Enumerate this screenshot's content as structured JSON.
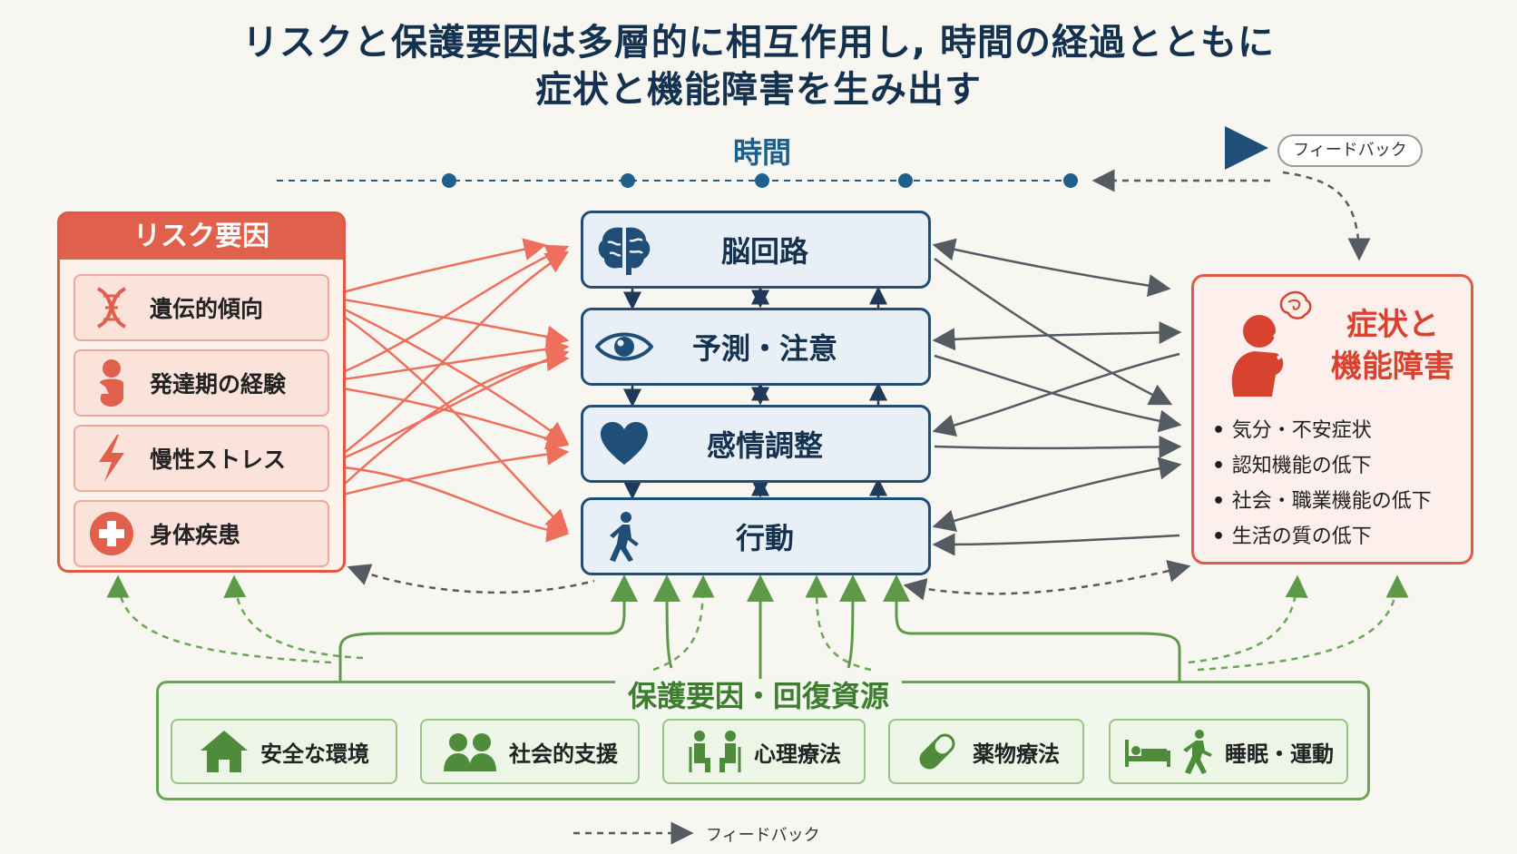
{
  "title": {
    "line1": "リスクと保護要因は多層的に相互作用し, 時間の経過とともに",
    "line2": "症状と機能障害を生み出す"
  },
  "timeline": {
    "label": "時間",
    "feedback_label": "フィードバック"
  },
  "risk_factors": {
    "title": "リスク要因",
    "items": [
      {
        "label": "遺伝的傾向",
        "icon": "dna-icon"
      },
      {
        "label": "発達期の経験",
        "icon": "child-icon"
      },
      {
        "label": "慢性ストレス",
        "icon": "lightning-icon"
      },
      {
        "label": "身体疾患",
        "icon": "medical-cross-icon"
      }
    ]
  },
  "mechanisms": [
    {
      "label": "脳回路",
      "icon": "brain-icon"
    },
    {
      "label": "予測・注意",
      "icon": "eye-icon"
    },
    {
      "label": "感情調整",
      "icon": "heart-icon"
    },
    {
      "label": "行動",
      "icon": "walking-person-icon"
    }
  ],
  "outcome": {
    "title_line1": "症状と",
    "title_line2": "機能障害",
    "icon": "distressed-person-icon",
    "items": [
      "気分・不安症状",
      "認知機能の低下",
      "社会・職業機能の低下",
      "生活の質の低下"
    ]
  },
  "protective_factors": {
    "title": "保護要因・回復資源",
    "items": [
      {
        "label": "安全な環境",
        "icon": "house-icon"
      },
      {
        "label": "社会的支援",
        "icon": "people-icon"
      },
      {
        "label": "心理療法",
        "icon": "therapy-session-icon"
      },
      {
        "label": "薬物療法",
        "icon": "pill-icon"
      },
      {
        "label": "睡眠・運動",
        "icon": "bed-and-runner-icon"
      }
    ]
  },
  "legend": {
    "label": "フィードバック"
  },
  "colors": {
    "risk": "#e0604c",
    "mechanism": "#1f4e79",
    "outcome": "#d8432f",
    "protective": "#5c9a48",
    "connector": "#555b63"
  }
}
